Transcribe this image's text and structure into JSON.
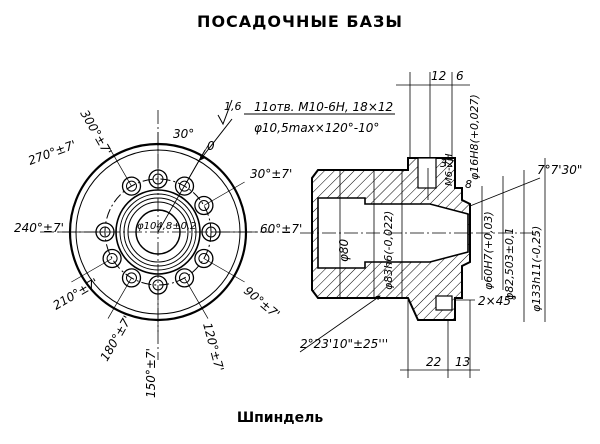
{
  "title": "ПОСАДОЧНЫЕ БАЗЫ",
  "caption": "Шпиндель",
  "front_view": {
    "holes_note": "11отв. М10-6Н, 18×12",
    "diameter_note": "φ10,5max×120°-10°",
    "surface_mark": "1,6",
    "angle_top": "30°",
    "zero_mark": "0",
    "angle_30": "30°±7'",
    "angle_60": "60°±7'",
    "angle_90": "90°±7'",
    "angle_120": "120°±7'",
    "angle_150": "150°±7'",
    "angle_180": "180°±7'",
    "angle_210": "210°±7'",
    "angle_240": "240°±7'",
    "angle_270": "270°±7'",
    "angle_300": "300°±7'",
    "bolt_circle": "φ104,8±0,2"
  },
  "section_view": {
    "dim_12": "12",
    "dim_6": "6",
    "fit_16": "φ16H8(+0,027)",
    "thread_m6": "M6-7H",
    "dim_32": "32",
    "dim_8": "8",
    "taper_angle": "7°7'30\"",
    "dia_80": "φ80",
    "dia_83": "φ83h6(-0,022)",
    "dia_60": "φ60H7(+0,03)",
    "dia_82": "φ82,503±0,1",
    "dia_133": "φ133h11(-0,25)",
    "chamfer": "2×45°",
    "taper_2": "2°23'10\"±25'''",
    "dim_22": "22",
    "dim_13": "13"
  }
}
